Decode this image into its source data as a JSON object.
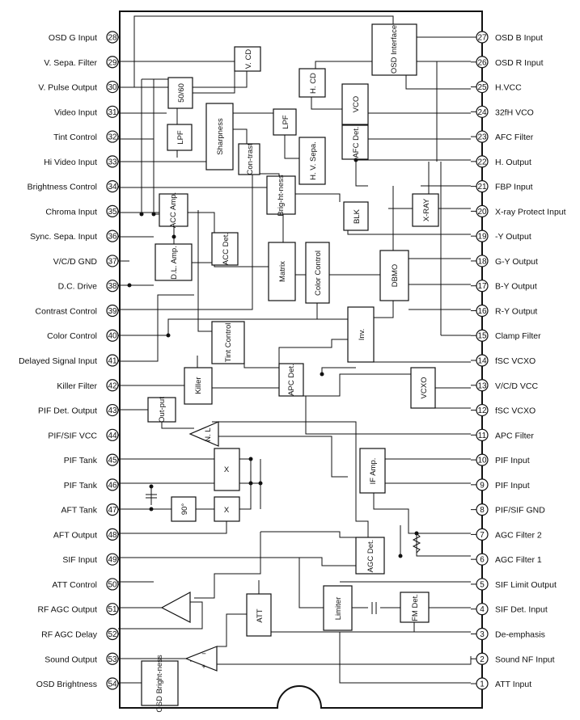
{
  "pins_left": [
    {
      "num": "28",
      "label": "OSD G Input"
    },
    {
      "num": "29",
      "label": "V. Sepa. Filter"
    },
    {
      "num": "30",
      "label": "V. Pulse Output"
    },
    {
      "num": "31",
      "label": "Video Input"
    },
    {
      "num": "32",
      "label": "Tint Control"
    },
    {
      "num": "33",
      "label": "Hi Video Input"
    },
    {
      "num": "34",
      "label": "Brightness Control"
    },
    {
      "num": "35",
      "label": "Chroma Input"
    },
    {
      "num": "36",
      "label": "Sync. Sepa. Input"
    },
    {
      "num": "37",
      "label": "V/C/D GND"
    },
    {
      "num": "38",
      "label": "D.C. Drive"
    },
    {
      "num": "39",
      "label": "Contrast Control"
    },
    {
      "num": "40",
      "label": "Color Control"
    },
    {
      "num": "41",
      "label": "Delayed Signal Input"
    },
    {
      "num": "42",
      "label": "Killer Filter"
    },
    {
      "num": "43",
      "label": "PIF Det. Output"
    },
    {
      "num": "44",
      "label": "PIF/SIF VCC"
    },
    {
      "num": "45",
      "label": "PIF Tank"
    },
    {
      "num": "46",
      "label": "PIF Tank"
    },
    {
      "num": "47",
      "label": "AFT Tank"
    },
    {
      "num": "48",
      "label": "AFT Output"
    },
    {
      "num": "49",
      "label": "SIF Input"
    },
    {
      "num": "50",
      "label": "ATT Control"
    },
    {
      "num": "51",
      "label": "RF AGC Output"
    },
    {
      "num": "52",
      "label": "RF AGC Delay"
    },
    {
      "num": "53",
      "label": "Sound Output"
    },
    {
      "num": "54",
      "label": "OSD Brightness"
    }
  ],
  "pins_right": [
    {
      "num": "27",
      "label": "OSD B Input"
    },
    {
      "num": "26",
      "label": "OSD R Input"
    },
    {
      "num": "25",
      "label": "H.VCC"
    },
    {
      "num": "24",
      "label": "32fH VCO"
    },
    {
      "num": "23",
      "label": "AFC Filter"
    },
    {
      "num": "22",
      "label": "H. Output"
    },
    {
      "num": "21",
      "label": "FBP Input"
    },
    {
      "num": "20",
      "label": "X-ray Protect Input"
    },
    {
      "num": "19",
      "label": "-Y Output"
    },
    {
      "num": "18",
      "label": "G-Y Output"
    },
    {
      "num": "17",
      "label": "B-Y Output"
    },
    {
      "num": "16",
      "label": "R-Y Output"
    },
    {
      "num": "15",
      "label": "Clamp Filter"
    },
    {
      "num": "14",
      "label": "fSC VCXO"
    },
    {
      "num": "13",
      "label": "V/C/D VCC"
    },
    {
      "num": "12",
      "label": "fSC VCXO"
    },
    {
      "num": "11",
      "label": "APC Filter"
    },
    {
      "num": "10",
      "label": "PIF Input"
    },
    {
      "num": "9",
      "label": "PIF Input"
    },
    {
      "num": "8",
      "label": "PIF/SIF GND"
    },
    {
      "num": "7",
      "label": "AGC Filter 2"
    },
    {
      "num": "6",
      "label": "AGC Filter 1"
    },
    {
      "num": "5",
      "label": "SIF Limit Output"
    },
    {
      "num": "4",
      "label": "SIF Det. Input"
    },
    {
      "num": "3",
      "label": "De-emphasis"
    },
    {
      "num": "2",
      "label": "Sound NF Input"
    },
    {
      "num": "1",
      "label": "ATT Input"
    }
  ],
  "blocks": {
    "osd_interface": "OSD Interface",
    "v_cd": "V. CD",
    "h_cd": "H. CD",
    "vco": "VCO",
    "div_50_60": "50/60",
    "lpf_video": "LPF",
    "sharpness": "Sharpness",
    "lpf_sync": "LPF",
    "afc_det": "AFC Det.",
    "contrast": "Con-trast",
    "hv_sepa": "H. V. Sepa.",
    "brightness": "Brig-ht-ness",
    "acc_amp": "ACC Amp.",
    "blk": "BLK",
    "x_ray": "X-RAY",
    "acc_det": "ACC Det.",
    "dl_amp": "D.L. Amp.",
    "matrix": "Matrix",
    "color_control": "Color Control",
    "dbmo": "DBMO",
    "inv": "Inv.",
    "tint_control": "Tint Control",
    "killer": "Killer",
    "apc_det": "APC Det.",
    "vcxo": "VCXO",
    "output": "Out-put",
    "nl": "N. L",
    "mult_1": "X",
    "mult_2": "X",
    "if_amp": "IF Amp.",
    "phase_90": "90°",
    "agc_det": "AGC Det.",
    "att": "ATT",
    "limiter": "Limiter",
    "fm_det": "FM Det.",
    "osd_brightness": "OSD Bright-ness"
  }
}
